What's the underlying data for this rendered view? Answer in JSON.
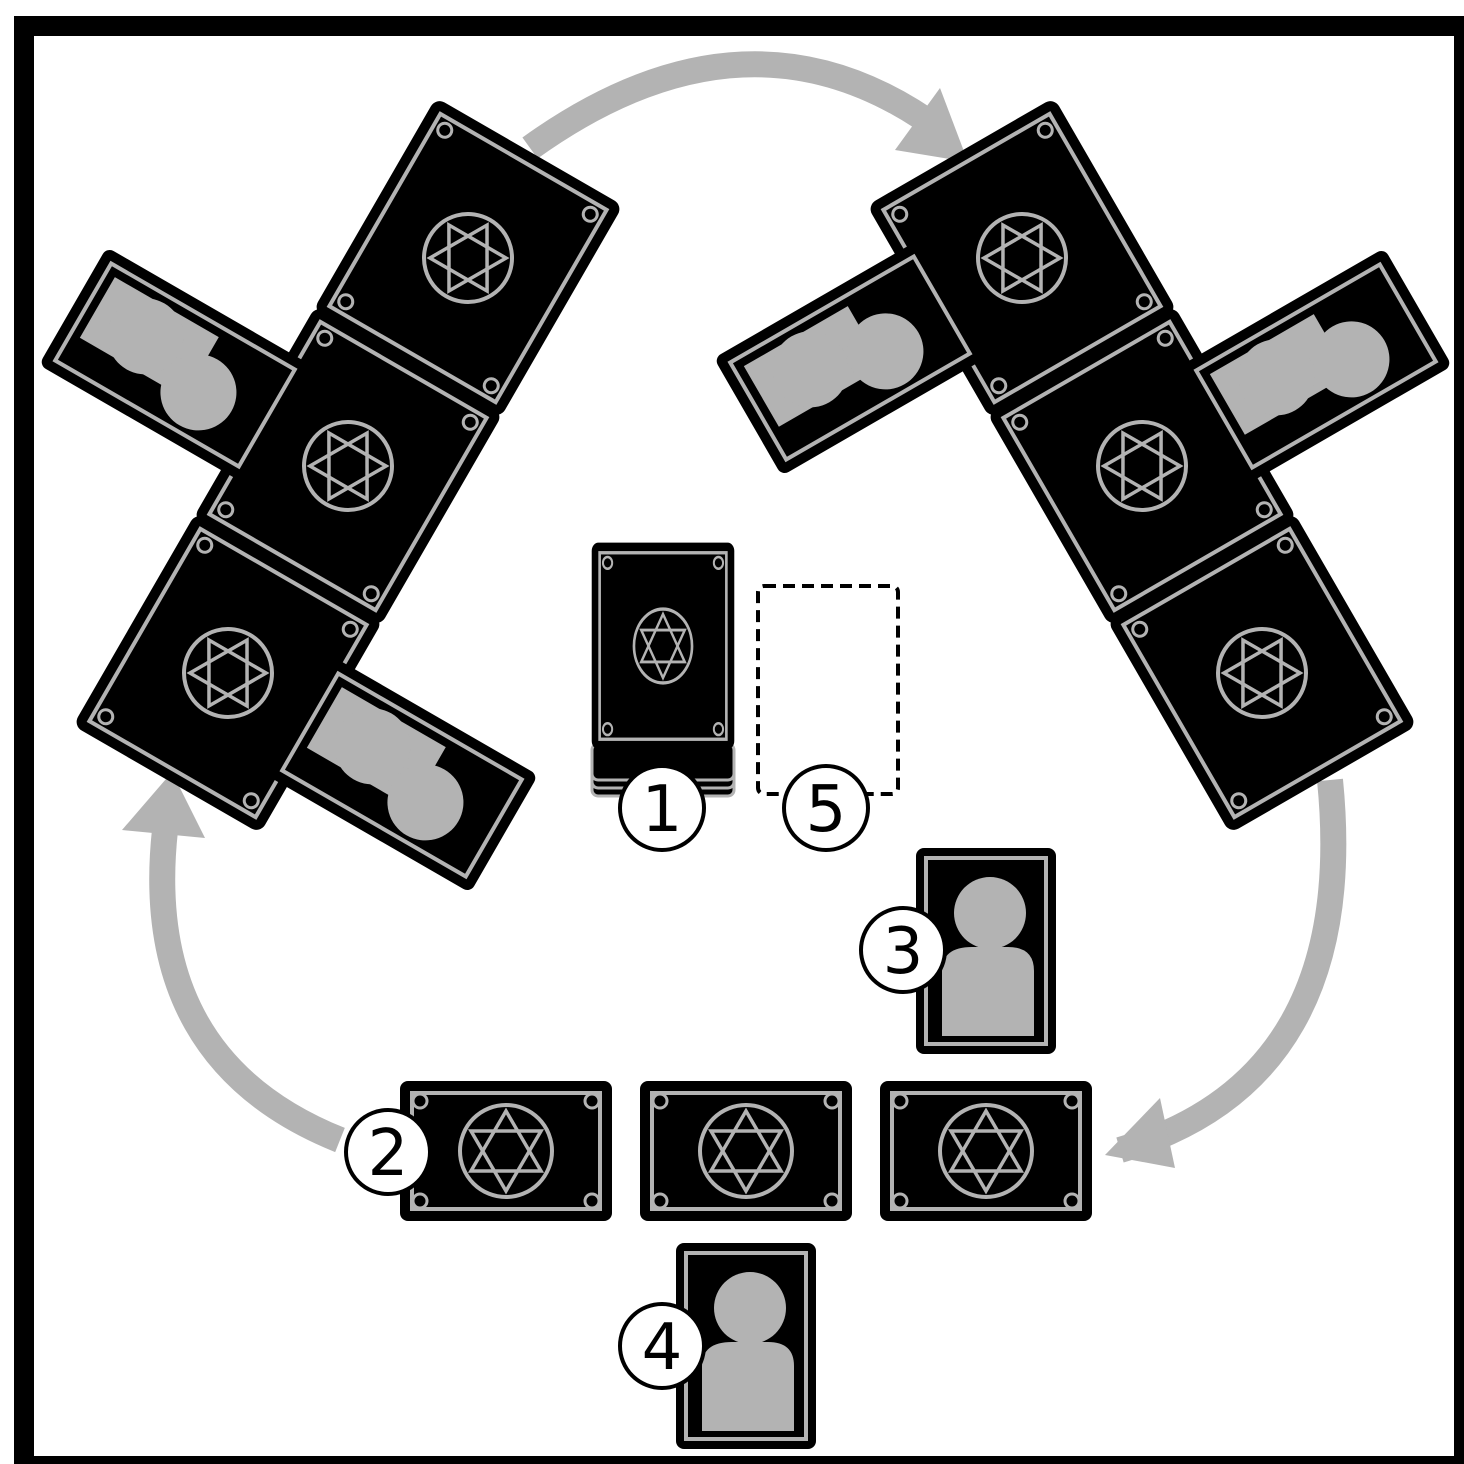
{
  "colors": {
    "card_face": "#000000",
    "card_ornament": "#b3b3b3",
    "arrow": "#b3b3b3",
    "frame": "#000000",
    "background": "#ffffff"
  },
  "layout_description": {
    "players": [
      "top-left",
      "top-right",
      "bottom"
    ],
    "center": [
      "draw-deck",
      "discard-slot"
    ],
    "turn_direction": "clockwise"
  },
  "markers": {
    "deck": "1",
    "hand_card": "2",
    "character_right": "3",
    "character_bottom": "4",
    "discard": "5"
  }
}
